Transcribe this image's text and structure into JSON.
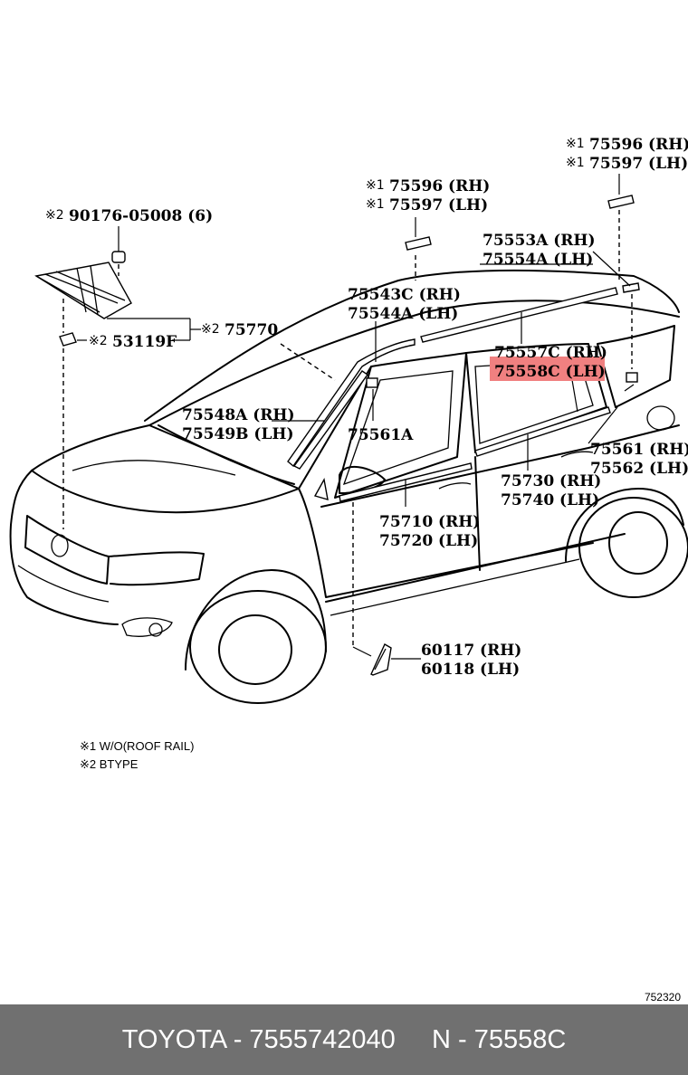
{
  "diagram": {
    "callouts": {
      "c_90176": {
        "mark": "※2",
        "text": "90176-05008 (6)"
      },
      "c_53119": {
        "mark": "※2",
        "text": "53119F"
      },
      "c_75770": {
        "mark": "※2",
        "text": "75770"
      },
      "c_75596_top": {
        "mark": "※1",
        "text": "75596 (RH)"
      },
      "c_75597_top": {
        "mark": "※1",
        "text": "75597 (LH)"
      },
      "c_75596_mid": {
        "mark": "※1",
        "text": "75596 (RH)"
      },
      "c_75597_mid": {
        "mark": "※1",
        "text": "75597 (LH)"
      },
      "c_75553A": {
        "text": "75553A (RH)"
      },
      "c_75554A": {
        "text": "75554A (LH)"
      },
      "c_75543C": {
        "text": "75543C (RH)"
      },
      "c_75544A": {
        "text": "75544A (LH)"
      },
      "c_75557C": {
        "text": "75557C (RH)"
      },
      "c_75558C": {
        "text": "75558C (LH)"
      },
      "c_75548A": {
        "text": "75548A (RH)"
      },
      "c_75549B": {
        "text": "75549B (LH)"
      },
      "c_75561A": {
        "text": "75561A"
      },
      "c_75561": {
        "text": "75561 (RH)"
      },
      "c_75562": {
        "text": "75562 (LH)"
      },
      "c_75730": {
        "text": "75730 (RH)"
      },
      "c_75740": {
        "text": "75740 (LH)"
      },
      "c_75710": {
        "text": "75710 (RH)"
      },
      "c_75720": {
        "text": "75720 (LH)"
      },
      "c_60117": {
        "text": "60117 (RH)"
      },
      "c_60118": {
        "text": "60118 (LH)"
      }
    },
    "highlight_color": "#f08080",
    "highlighted_part": "75558C (LH)",
    "notes": [
      "※1 W/O(ROOF RAIL)",
      "※2 BTYPE"
    ],
    "figure_code": "752320"
  },
  "footer": {
    "text": "TOYOTA - 7555742040     N - 75558C",
    "background": "#707070"
  }
}
